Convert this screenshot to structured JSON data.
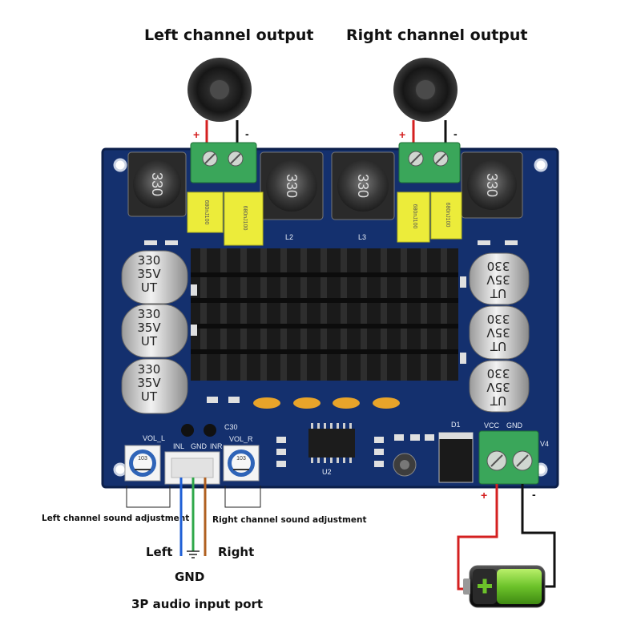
{
  "labels": {
    "left_output": "Left channel output",
    "right_output": "Right channel output",
    "left_adjust": "Left channel sound adjustment",
    "right_adjust": "Right channel sound adjustment",
    "left": "Left",
    "right": "Right",
    "gnd": "GND",
    "input_port": "3P audio input port"
  },
  "board": {
    "inductor_text": "330",
    "cap_line1": "330",
    "cap_line2": "35V",
    "cap_line3": "UT",
    "film_cap_text": "680nJ100",
    "vol_l": "VOL_L",
    "vol_r": "VOL_R",
    "inl": "INL",
    "gnd_pin": "GND",
    "inr": "INR",
    "vcc": "VCC",
    "gnd": "GND",
    "v4": "V4",
    "u2": "U2",
    "d1": "D1",
    "c30": "C30",
    "l2": "L2",
    "l3": "L3",
    "pot_code": "103",
    "polarity_plus": "+",
    "polarity_minus": "-"
  },
  "colors": {
    "pcb": "#14306e",
    "heatsink": "#1a1a1a",
    "terminal": "#3aa65a",
    "film_cap": "#ecec3a",
    "wire_red": "#d42020",
    "wire_black": "#111111",
    "wire_blue": "#1f5fd6",
    "wire_green": "#2fa84a",
    "wire_brown": "#b06020",
    "battery_green": "#6cc22a"
  }
}
